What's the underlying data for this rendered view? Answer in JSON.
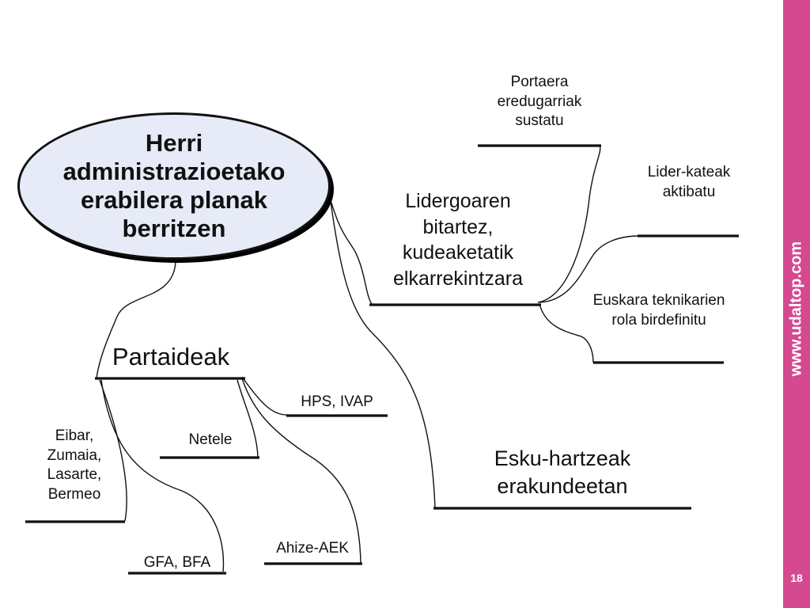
{
  "diagram": {
    "center": "Herri administrazioetako erabilera planak berritzen",
    "branches": {
      "lidergoa": {
        "label": "Lidergoaren bitartez, kudeaketatik elkarrekintzara",
        "children": [
          "Portaera eredugarriak sustatu",
          "Lider-kateak aktibatu",
          "Euskara teknikarien rola birdefinitu"
        ]
      },
      "partaideak": {
        "label": "Partaideak",
        "children": [
          "Eibar, Zumaia, Lasarte, Bermeo",
          "GFA, BFA",
          "Netele",
          "Ahize-AEK",
          "HPS, IVAP"
        ]
      },
      "esku_hartzeak": {
        "label": "Esku-hartzeak erakundeetan"
      }
    }
  },
  "sidebar": {
    "url": "www.udaltop.com",
    "page_number": "18",
    "color": "#d4498f"
  }
}
